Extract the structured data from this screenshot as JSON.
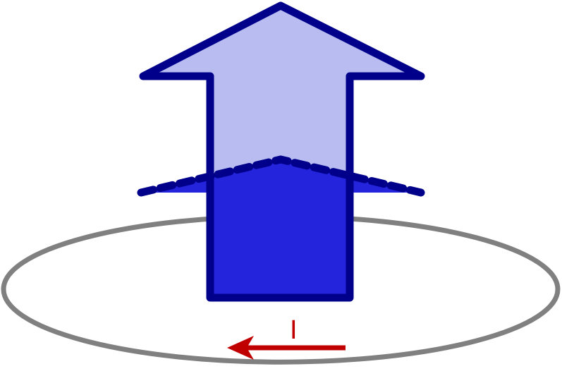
{
  "diagram": {
    "current_label": "I",
    "colors": {
      "loop": "#808080",
      "arrow_outline": "#00008b",
      "arrow_upper_fill": "#b8bcf0",
      "arrow_lower_fill": "#2424dc",
      "current_arrow": "#c00000"
    },
    "elements": {
      "loop": "current-loop",
      "field_arrow": "magnetic-field-arrow",
      "current_arrow": "current-direction-arrow"
    }
  }
}
